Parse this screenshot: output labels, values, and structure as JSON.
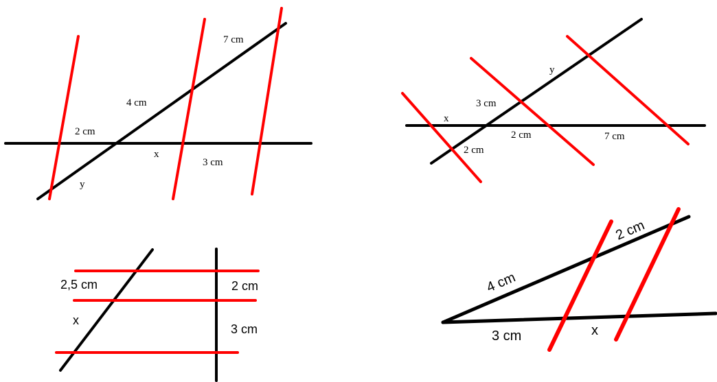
{
  "colors": {
    "transversal": "#000000",
    "parallel": "#ff0000"
  },
  "figure1": {
    "labels": [
      "7 cm",
      "4 cm",
      "2 cm",
      "x",
      "3 cm",
      "y"
    ]
  },
  "figure2": {
    "labels": [
      "y",
      "3 cm",
      "x",
      "2 cm",
      "7 cm",
      "2 cm"
    ]
  },
  "figure3": {
    "labels": [
      "2,5 cm",
      "2 cm",
      "x",
      "3 cm"
    ]
  },
  "figure4": {
    "labels": [
      "4 cm",
      "2 cm",
      "3 cm",
      "x"
    ]
  }
}
